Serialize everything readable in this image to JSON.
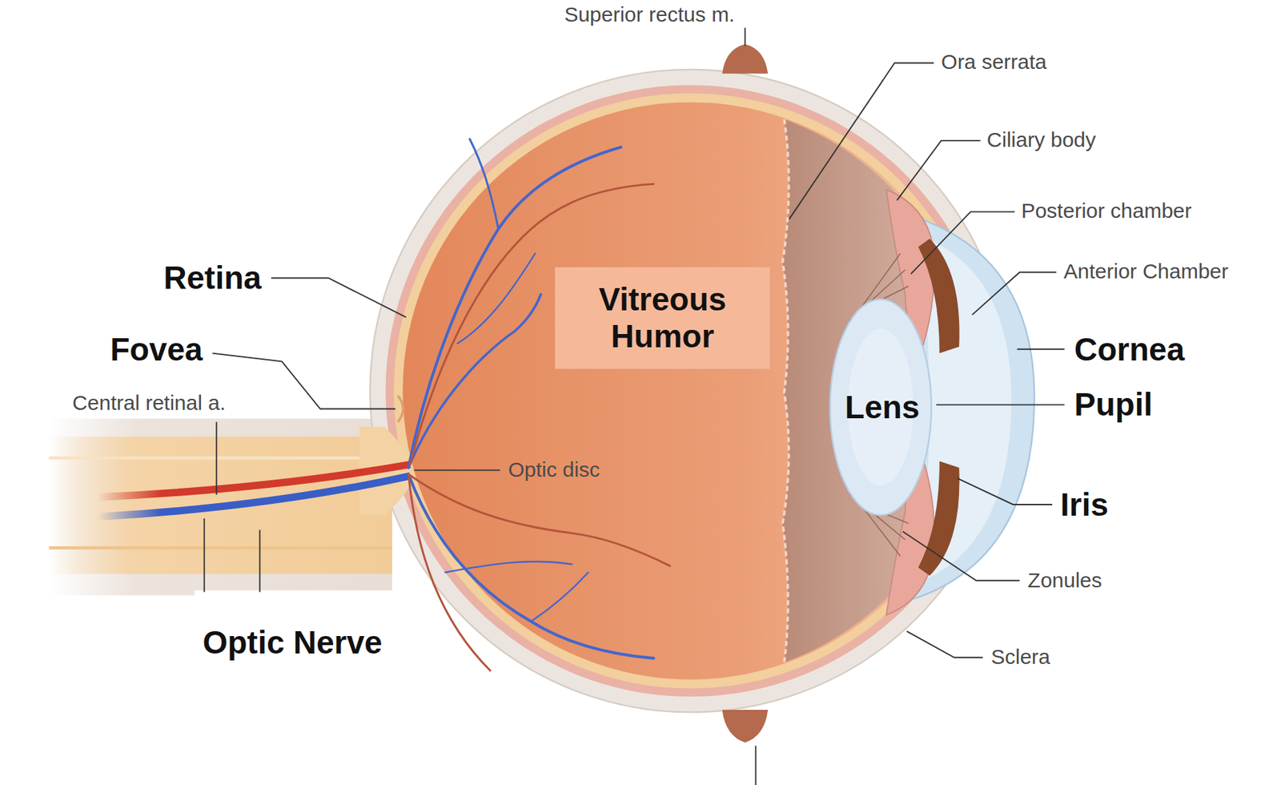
{
  "diagram": {
    "nodes": [
      {
        "text": [
          "Vitreous Humor"
        ]
      }
    ],
    "labels": [
      "Superior rectus m.",
      "Ora serrata",
      "Ciliary body",
      "Posterior chamber",
      "Anterior Chamber",
      "Retina",
      "Cornea",
      "Fovea",
      "Central retinal a.",
      "Lens",
      "Pupil",
      "Optic disc",
      "Iris",
      "Optic Nerve",
      "Zonules",
      "Sclera"
    ]
  }
}
